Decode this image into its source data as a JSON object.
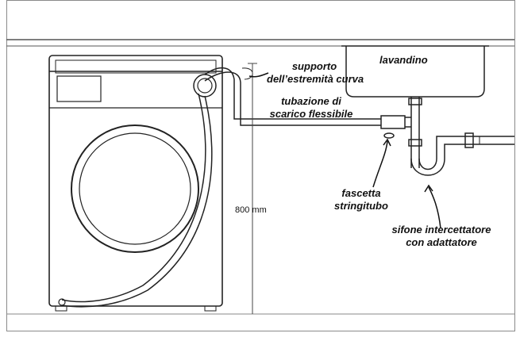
{
  "labels": {
    "sink": "lavandino",
    "bend_support_line1": "supporto",
    "bend_support_line2": "dell’estremità curva",
    "hose_line1": "tubazione di",
    "hose_line2": "scarico flessibile",
    "clamp_line1": "fascetta",
    "clamp_line2": "stringitubo",
    "trap_line1": "sifone intercettatore",
    "trap_line2": "con adattatore",
    "height": "800 mm"
  }
}
